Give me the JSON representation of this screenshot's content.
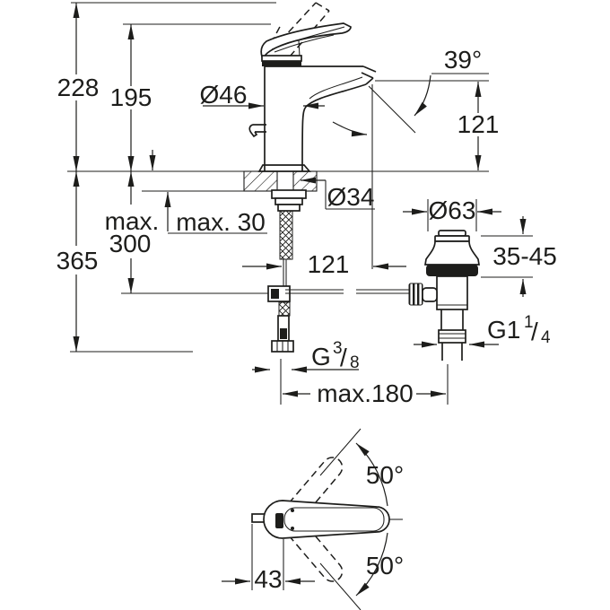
{
  "drawing": {
    "type": "faucet-installation-dimensions",
    "views": [
      "front-elevation-with-drain",
      "handle-plan-view"
    ]
  },
  "labels": {
    "dim_228": "228",
    "dim_195": "195",
    "dia_46": "Ø46",
    "angle_39": "39°",
    "dim_121_spout_height": "121",
    "dia_34": "Ø34",
    "max_300_line1": "max.",
    "max_300_line2": "300",
    "max_30": "max. 30",
    "dim_365": "365",
    "dim_121_reach": "121",
    "dia_63": "Ø63",
    "range_35_45": "35-45",
    "thread_g114_main": "G1",
    "thread_g114_sup": "1",
    "thread_g114_slash": "/",
    "thread_g114_sub": "4",
    "thread_g38_main": "G",
    "thread_g38_sup": "3",
    "thread_g38_slash": "/",
    "thread_g38_sub": "8",
    "max_180": "max.180",
    "angle_50_top": "50°",
    "angle_50_bottom": "50°",
    "dim_43": "43"
  },
  "colors": {
    "line": "#1d1d1b",
    "background": "#ffffff"
  }
}
